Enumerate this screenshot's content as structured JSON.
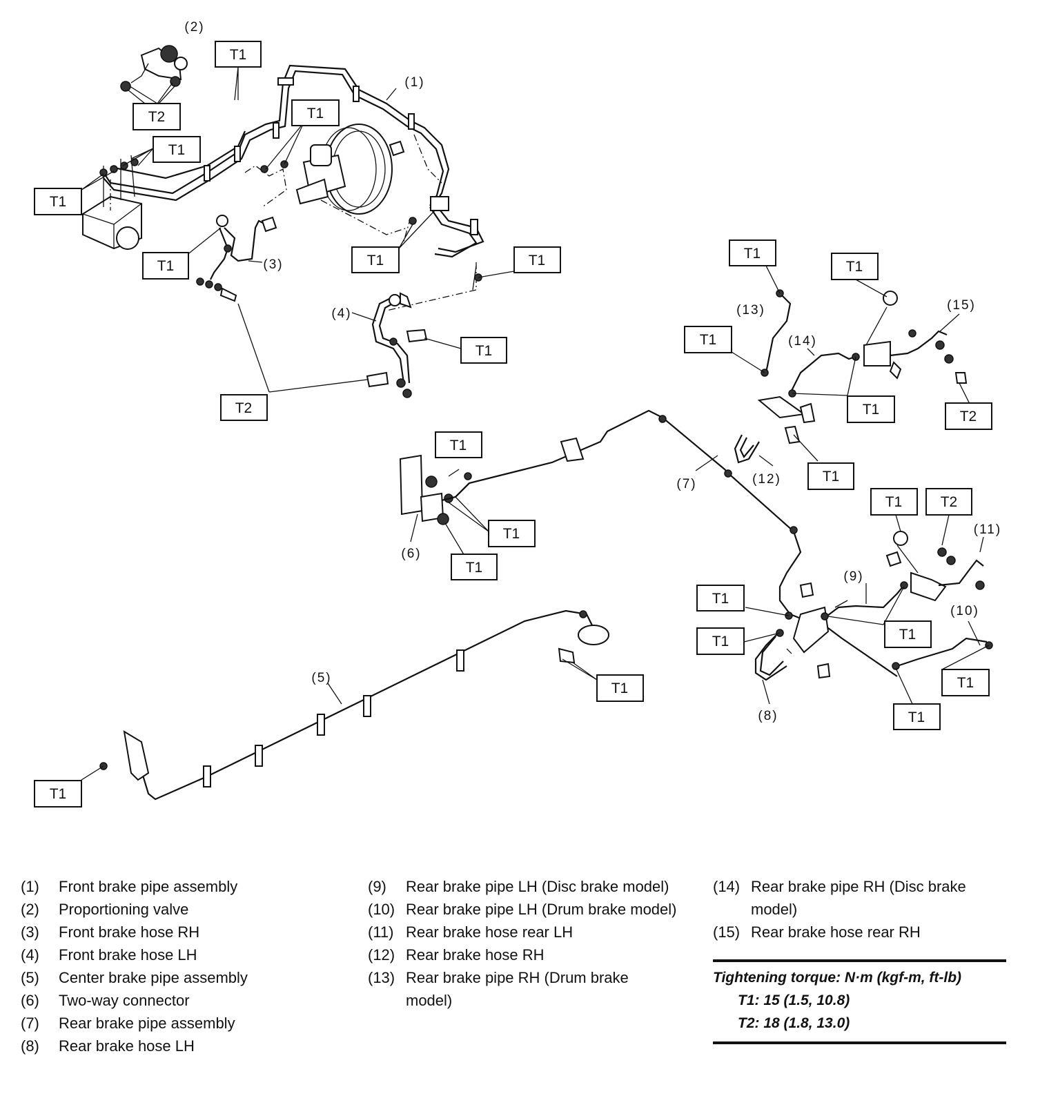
{
  "callouts": {
    "n1": "(1)",
    "n2": "(2)",
    "n3": "(3)",
    "n4": "(4)",
    "n5": "(5)",
    "n6": "(6)",
    "n7": "(7)",
    "n8": "(8)",
    "n9": "(9)",
    "n10": "(10)",
    "n11": "(11)",
    "n12": "(12)",
    "n13": "(13)",
    "n14": "(14)",
    "n15": "(15)"
  },
  "torque_labels": {
    "t1": "T1",
    "t2": "T2"
  },
  "legend": [
    {
      "num": "(1)",
      "text": "Front brake pipe assembly"
    },
    {
      "num": "(2)",
      "text": "Proportioning valve"
    },
    {
      "num": "(3)",
      "text": "Front brake hose RH"
    },
    {
      "num": "(4)",
      "text": "Front brake hose LH"
    },
    {
      "num": "(5)",
      "text": "Center brake pipe assembly"
    },
    {
      "num": "(6)",
      "text": "Two-way connector"
    },
    {
      "num": "(7)",
      "text": "Rear brake pipe assembly"
    },
    {
      "num": "(8)",
      "text": "Rear brake hose LH"
    },
    {
      "num": "(9)",
      "text": "Rear brake pipe LH (Disc brake model)"
    },
    {
      "num": "(10)",
      "text": "Rear brake pipe LH (Drum brake model)"
    },
    {
      "num": "(11)",
      "text": "Rear brake hose rear LH"
    },
    {
      "num": "(12)",
      "text": "Rear brake hose RH"
    },
    {
      "num": "(13)",
      "text": "Rear brake pipe RH (Drum brake model)"
    },
    {
      "num": "(14)",
      "text": "Rear brake pipe RH (Disc brake model)"
    },
    {
      "num": "(15)",
      "text": "Rear brake hose rear RH"
    }
  ],
  "torque_spec": {
    "heading": "Tightening torque: N·m (kgf-m, ft-lb)",
    "t1": "T1: 15 (1.5, 10.8)",
    "t2": "T2: 18 (1.8, 13.0)"
  }
}
